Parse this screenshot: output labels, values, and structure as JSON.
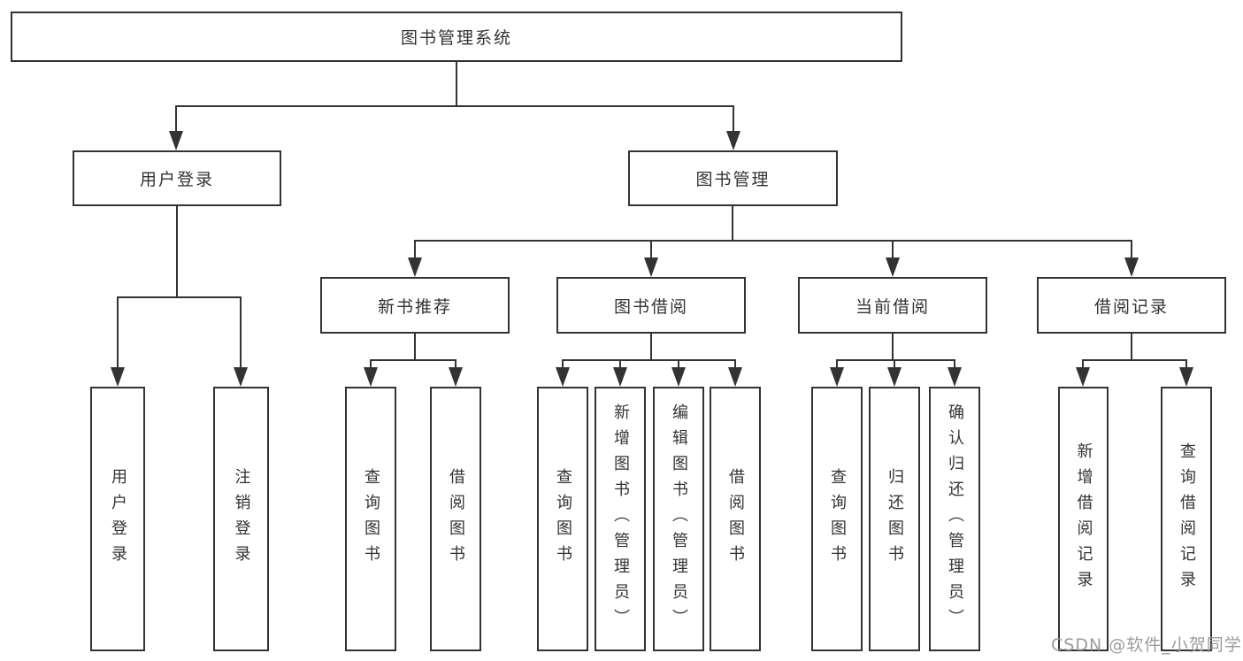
{
  "title": "图书管理系统",
  "nodes": {
    "user_login": "用户登录",
    "book_mgmt": "图书管理",
    "new_books": "新书推荐",
    "book_borrow": "图书借阅",
    "current_borrow": "当前借阅",
    "borrow_records": "借阅记录"
  },
  "leaves": {
    "user_login": [
      "用户登录",
      "注销登录"
    ],
    "new_books": [
      "查询图书",
      "借阅图书"
    ],
    "book_borrow": [
      "查询图书",
      "新增图书（管理员）",
      "编辑图书（管理员）",
      "借阅图书"
    ],
    "current_borrow": [
      "查询图书",
      "归还图书",
      "确认归还（管理员）"
    ],
    "borrow_records": [
      "新增借阅记录",
      "查询借阅记录"
    ]
  },
  "watermark": "CSDN @软件_小贺同学",
  "colors": {
    "line": "#333333",
    "text": "#333333",
    "watermark": "#9c9c9c",
    "background": "#ffffff"
  }
}
